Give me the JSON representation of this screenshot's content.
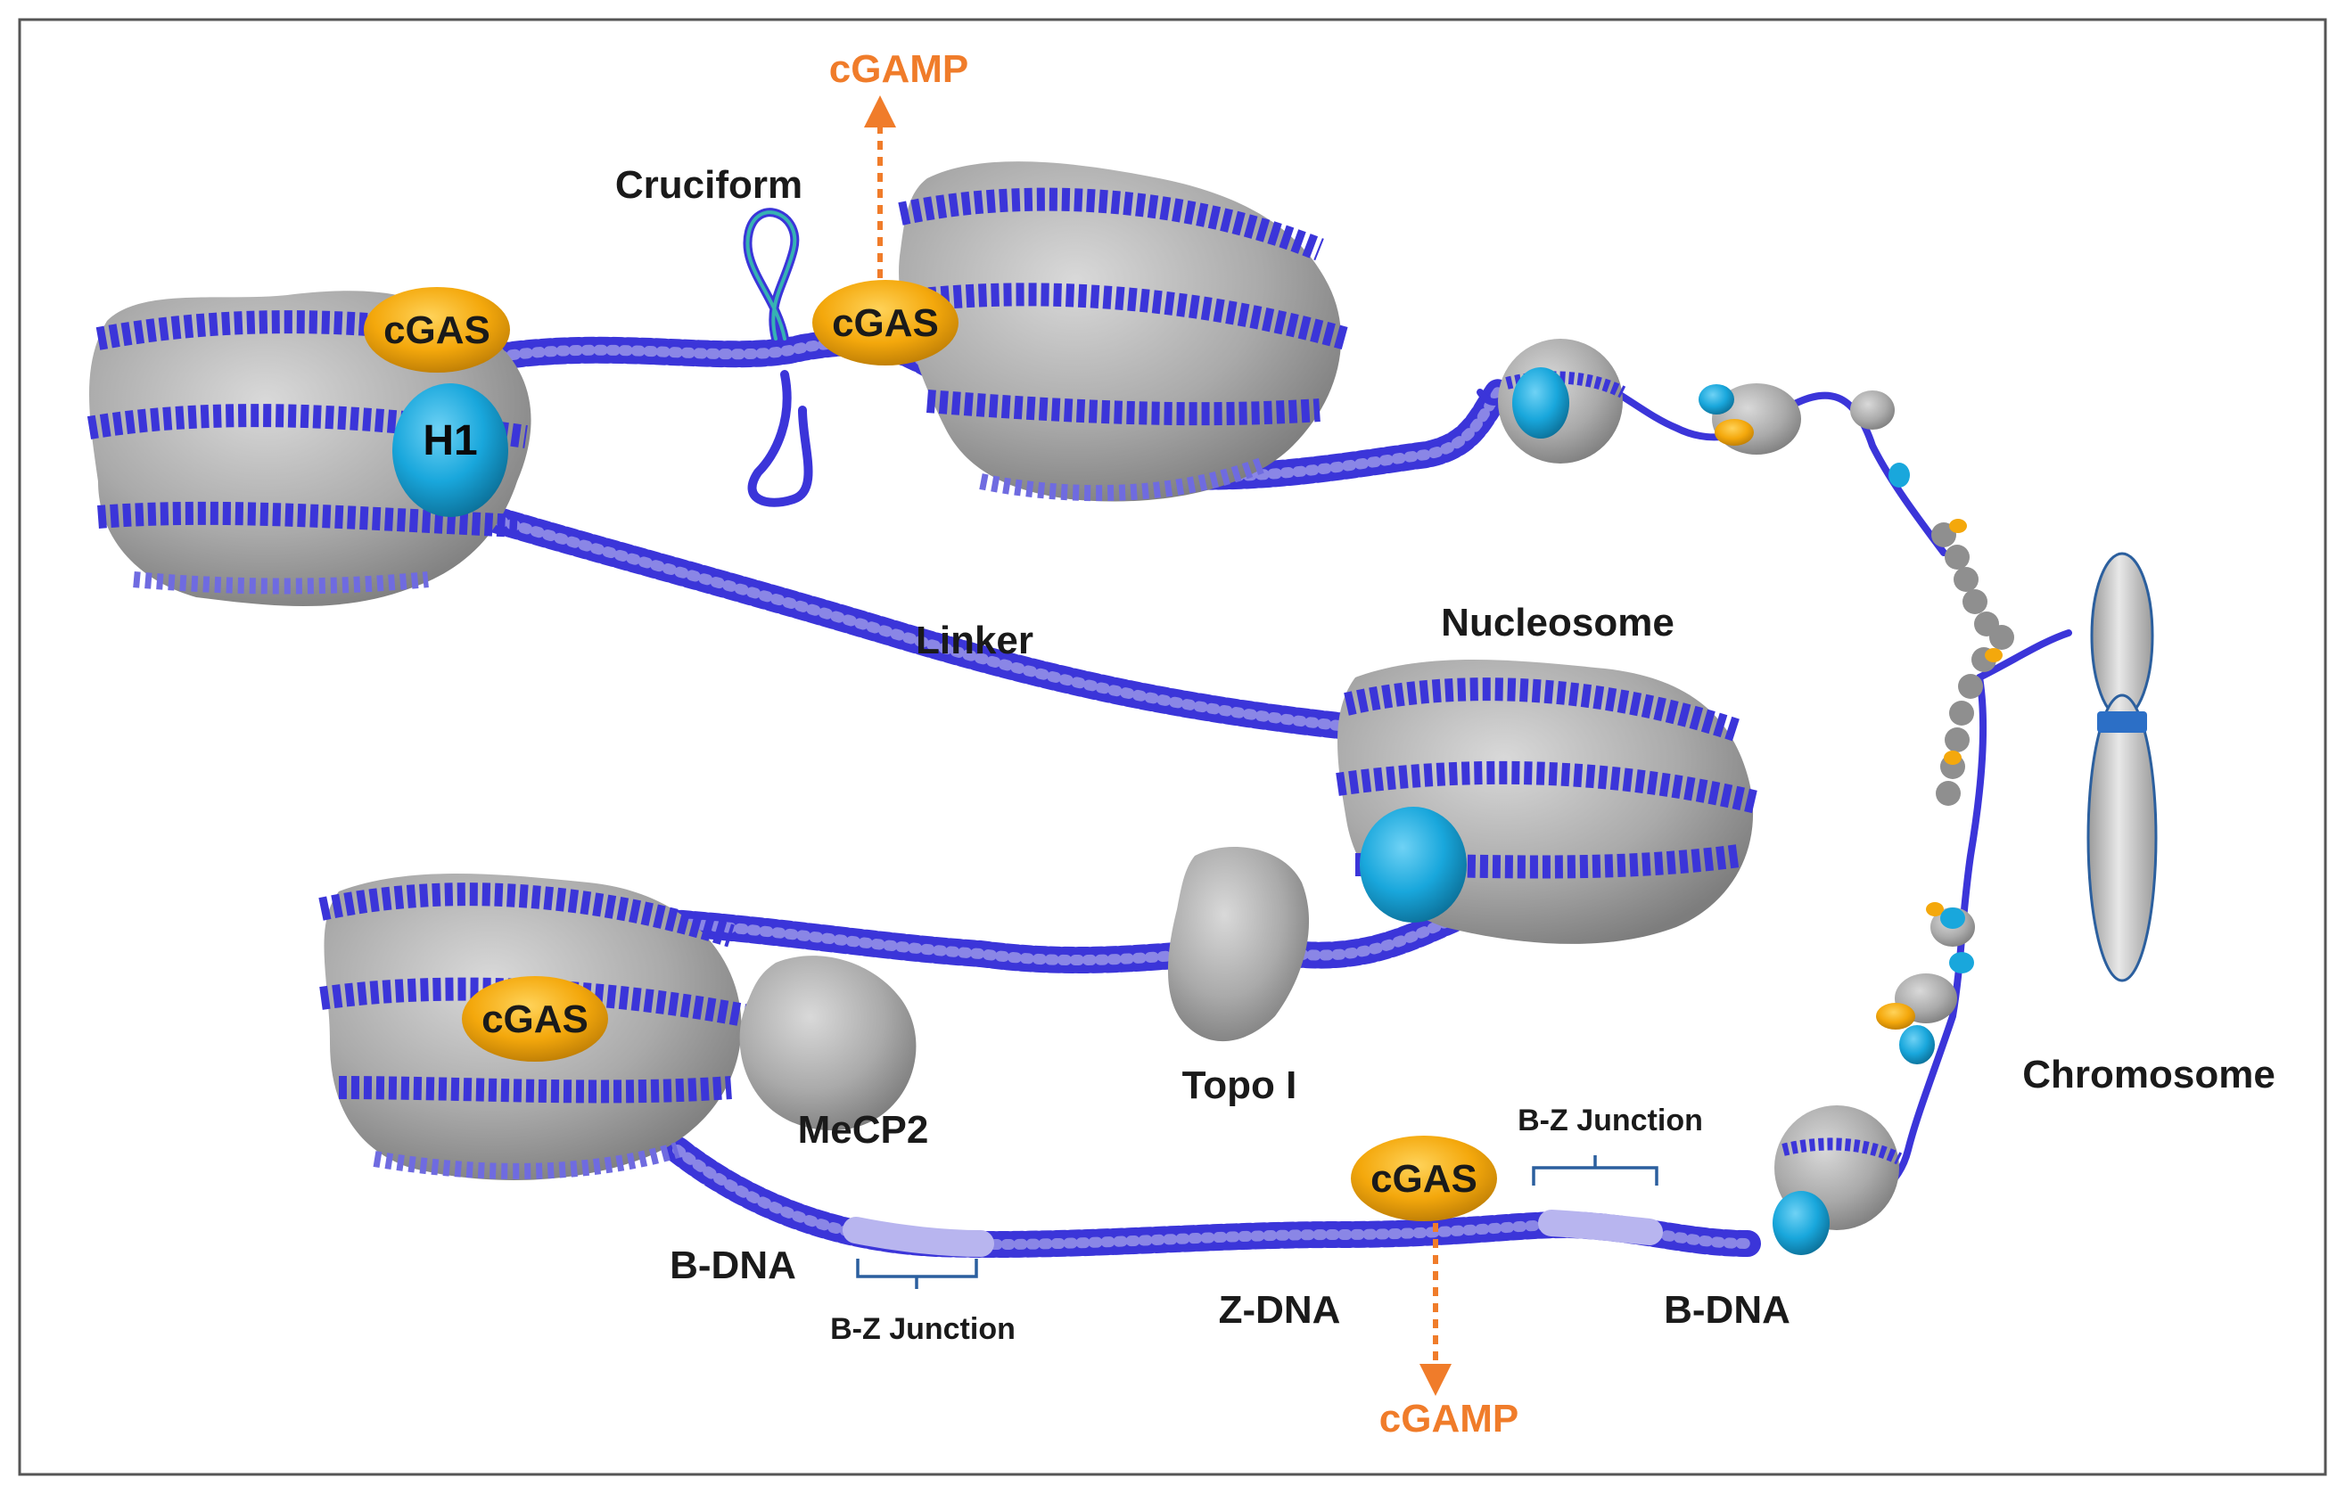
{
  "labels": {
    "cgamp_top": "cGAMP",
    "cruciform": "Cruciform",
    "cgas_1": "cGAS",
    "cgas_2": "cGAS",
    "h1": "H1",
    "linker": "Linker",
    "nucleosome": "Nucleosome",
    "cgas_3": "cGAS",
    "mecp2": "MeCP2",
    "topo1": "Topo I",
    "bz_junction_1": "B-Z Junction",
    "bz_junction_2": "B-Z Junction",
    "bdna_1": "B-DNA",
    "zdna": "Z-DNA",
    "bdna_2": "B-DNA",
    "cgas_4": "cGAS",
    "cgamp_bottom": "cGAMP",
    "chromosome": "Chromosome"
  },
  "colors": {
    "dna": "#3b35d9",
    "dna_light": "#8a86e6",
    "histone": "#a9a9a9",
    "cgas": "#f4a80c",
    "h1": "#19a7dc",
    "cgamp": "#f07c2a",
    "bracket": "#2b5f9e",
    "frame": "#555555"
  }
}
